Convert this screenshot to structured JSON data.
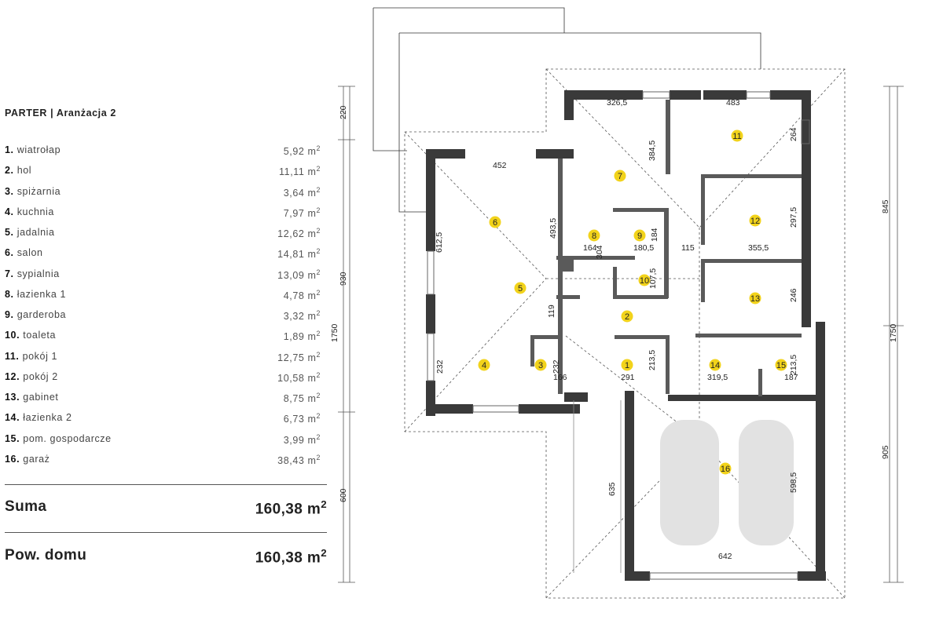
{
  "legend": {
    "title": "PARTER | Aranżacja 2",
    "rooms": [
      {
        "num": "1.",
        "name": "wiatrołap",
        "area": "5,92 m",
        "unit_sup": "2"
      },
      {
        "num": "2.",
        "name": "hol",
        "area": "11,11 m",
        "unit_sup": "2"
      },
      {
        "num": "3.",
        "name": "spiżarnia",
        "area": "3,64 m",
        "unit_sup": "2"
      },
      {
        "num": "4.",
        "name": "kuchnia",
        "area": "7,97 m",
        "unit_sup": "2"
      },
      {
        "num": "5.",
        "name": "jadalnia",
        "area": "12,62 m",
        "unit_sup": "2"
      },
      {
        "num": "6.",
        "name": "salon",
        "area": "14,81 m",
        "unit_sup": "2"
      },
      {
        "num": "7.",
        "name": "sypialnia",
        "area": "13,09 m",
        "unit_sup": "2"
      },
      {
        "num": "8.",
        "name": "łazienka 1",
        "area": "4,78 m",
        "unit_sup": "2"
      },
      {
        "num": "9.",
        "name": "garderoba",
        "area": "3,32 m",
        "unit_sup": "2"
      },
      {
        "num": "10.",
        "name": "toaleta",
        "area": "1,89 m",
        "unit_sup": "2"
      },
      {
        "num": "11.",
        "name": "pokój 1",
        "area": "12,75 m",
        "unit_sup": "2"
      },
      {
        "num": "12.",
        "name": "pokój 2",
        "area": "10,58 m",
        "unit_sup": "2"
      },
      {
        "num": "13.",
        "name": "gabinet",
        "area": "8,75 m",
        "unit_sup": "2"
      },
      {
        "num": "14.",
        "name": "łazienka 2",
        "area": "6,73 m",
        "unit_sup": "2"
      },
      {
        "num": "15.",
        "name": "pom. gospodarcze",
        "area": "3,99 m",
        "unit_sup": "2"
      },
      {
        "num": "16.",
        "name": "garaż",
        "area": "38,43 m",
        "unit_sup": "2"
      }
    ],
    "sum_label": "Suma",
    "sum_value": "160,38 m",
    "house_label": "Pow. domu",
    "house_value": "160,38 m",
    "unit_sup": "2"
  },
  "plan": {
    "room_markers": [
      "1",
      "2",
      "3",
      "4",
      "5",
      "6",
      "7",
      "8",
      "9",
      "10",
      "11",
      "12",
      "13",
      "14",
      "15",
      "16"
    ],
    "marker_color": "#f2d31b",
    "wall_color": "#3a3a3a",
    "dimensions": {
      "d_326_5": "326,5",
      "d_483": "483",
      "d_452": "452",
      "d_384_5": "384,5",
      "d_264": "264",
      "d_493_5": "493,5",
      "d_612_5": "612,5",
      "d_164": "164",
      "d_304": "304",
      "d_180_5": "180,5",
      "d_184": "184",
      "d_115": "115",
      "d_355_5": "355,5",
      "d_297_5": "297,5",
      "d_107_5": "107,5",
      "d_246": "246",
      "d_119": "119",
      "d_232a": "232",
      "d_232b": "232",
      "d_166": "166",
      "d_291": "291",
      "d_213_5a": "213,5",
      "d_319_5": "319,5",
      "d_213_5b": "213,5",
      "d_187": "187",
      "d_635": "635",
      "d_598_5": "598,5",
      "d_642": "642"
    },
    "left_axis": {
      "d220": "220",
      "d930": "930",
      "d1750": "1750",
      "d600": "600"
    },
    "right_axis": {
      "d845": "845",
      "d1750": "1750",
      "d905": "905"
    }
  }
}
